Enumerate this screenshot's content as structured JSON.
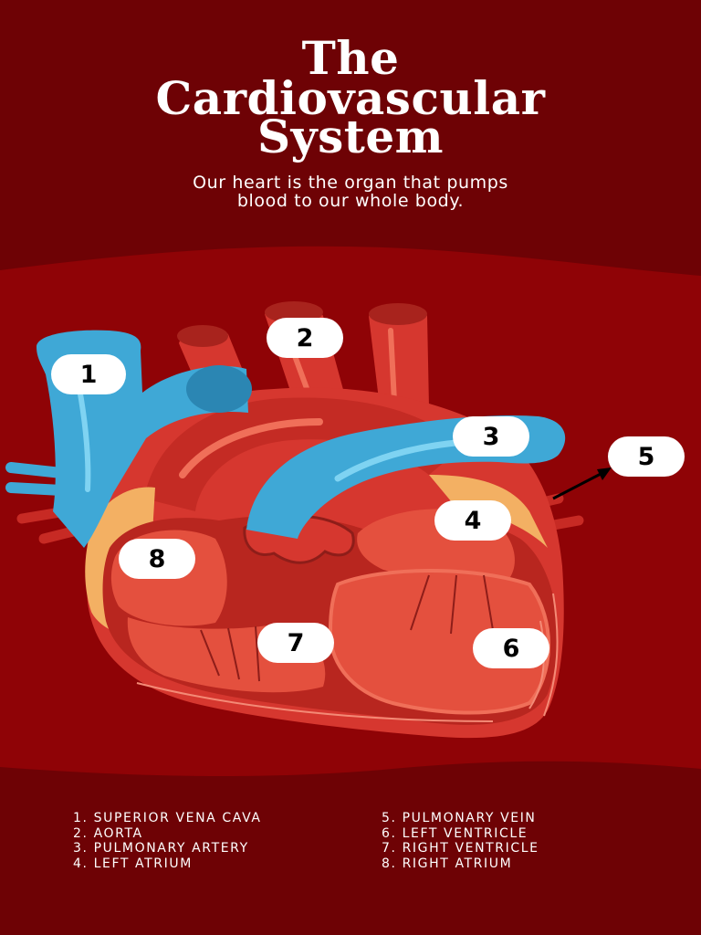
{
  "title_lines": [
    "The",
    "Cardiovascular",
    "System"
  ],
  "subtitle_lines": [
    "Our heart is the organ that pumps",
    "blood to our whole body."
  ],
  "colors": {
    "background_dark": "#6e0205",
    "background_panel": "#8f0306",
    "heart_red": "#d6372f",
    "heart_dark": "#8e1d19",
    "heart_light": "#f06f59",
    "vessel_blue": "#3fa8d6",
    "vessel_blue_light": "#7fd3f2",
    "fat_yellow": "#f3b063"
  },
  "labels": [
    {
      "id": "1",
      "text": "1"
    },
    {
      "id": "2",
      "text": "2"
    },
    {
      "id": "3",
      "text": "3"
    },
    {
      "id": "4",
      "text": "4"
    },
    {
      "id": "5",
      "text": "5"
    },
    {
      "id": "6",
      "text": "6"
    },
    {
      "id": "7",
      "text": "7"
    },
    {
      "id": "8",
      "text": "8"
    }
  ],
  "legend": {
    "left": [
      "1. SUPERIOR VENA CAVA",
      "2. AORTA",
      "3. PULMONARY ARTERY",
      "4. LEFT ATRIUM"
    ],
    "right": [
      "5. PULMONARY VEIN",
      "6. LEFT VENTRICLE",
      "7. RIGHT VENTRICLE",
      "8. RIGHT ATRIUM"
    ]
  }
}
